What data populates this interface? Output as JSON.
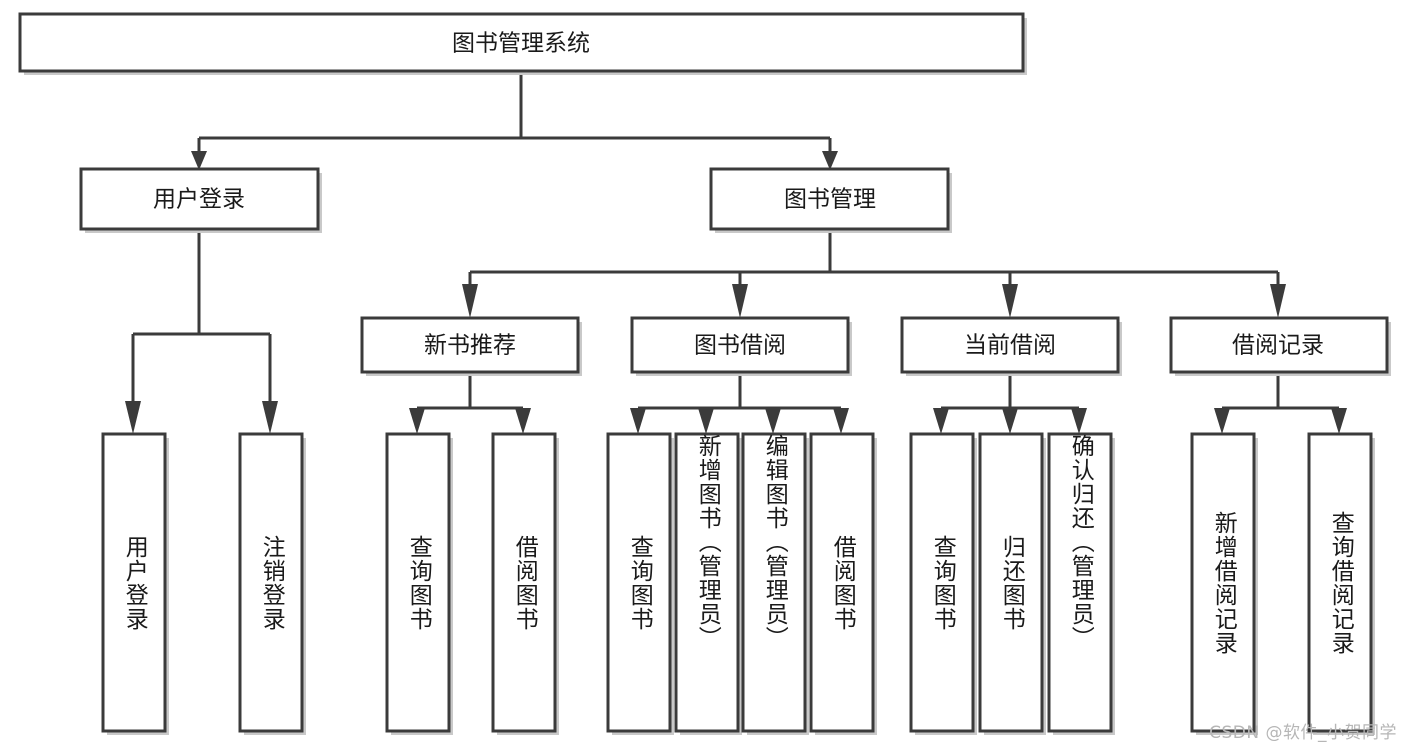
{
  "diagram": {
    "title": "图书管理系统",
    "type": "hierarchy-tree",
    "root": {
      "id": "root",
      "label": "图书管理系统",
      "orientation": "horizontal"
    },
    "level2": [
      {
        "id": "user-login",
        "label": "用户登录",
        "orientation": "horizontal"
      },
      {
        "id": "book-management",
        "label": "图书管理",
        "orientation": "horizontal"
      }
    ],
    "level3": [
      {
        "id": "new-book-recommend",
        "label": "新书推荐",
        "orientation": "horizontal",
        "parent": "book-management"
      },
      {
        "id": "book-borrow",
        "label": "图书借阅",
        "orientation": "horizontal",
        "parent": "book-management"
      },
      {
        "id": "current-borrow",
        "label": "当前借阅",
        "orientation": "horizontal",
        "parent": "book-management"
      },
      {
        "id": "borrow-record",
        "label": "借阅记录",
        "orientation": "horizontal",
        "parent": "book-management"
      }
    ],
    "leaves": [
      {
        "id": "leaf-user-login",
        "label": "用户登录",
        "orientation": "vertical",
        "parent": "user-login"
      },
      {
        "id": "leaf-logout-login",
        "label": "注销登录",
        "orientation": "vertical",
        "parent": "user-login"
      },
      {
        "id": "leaf-query-book-1",
        "label": "查询图书",
        "orientation": "vertical",
        "parent": "new-book-recommend"
      },
      {
        "id": "leaf-borrow-book-1",
        "label": "借阅图书",
        "orientation": "vertical",
        "parent": "new-book-recommend"
      },
      {
        "id": "leaf-query-book-2",
        "label": "查询图书",
        "orientation": "vertical",
        "parent": "book-borrow"
      },
      {
        "id": "leaf-add-book",
        "label": "新增图书（管理员）",
        "orientation": "vertical",
        "parent": "book-borrow"
      },
      {
        "id": "leaf-edit-book",
        "label": "编辑图书（管理员）",
        "orientation": "vertical",
        "parent": "book-borrow"
      },
      {
        "id": "leaf-borrow-book-2",
        "label": "借阅图书",
        "orientation": "vertical",
        "parent": "book-borrow"
      },
      {
        "id": "leaf-query-book-3",
        "label": "查询图书",
        "orientation": "vertical",
        "parent": "current-borrow"
      },
      {
        "id": "leaf-return-book",
        "label": "归还图书",
        "orientation": "vertical",
        "parent": "current-borrow"
      },
      {
        "id": "leaf-confirm-return",
        "label": "确认归还（管理员）",
        "orientation": "vertical",
        "parent": "current-borrow"
      },
      {
        "id": "leaf-add-record",
        "label": "新增借阅记录",
        "orientation": "vertical",
        "parent": "borrow-record"
      },
      {
        "id": "leaf-query-record",
        "label": "查询借阅记录",
        "orientation": "vertical",
        "parent": "borrow-record"
      }
    ]
  },
  "colors": {
    "box_stroke": "#3b3b3b",
    "box_fill": "#ffffff",
    "text": "#1a1a1a",
    "background": "#ffffff",
    "watermark": "#b6b6b6"
  },
  "watermark": {
    "text": "CSDN @软件_小贺同学"
  }
}
